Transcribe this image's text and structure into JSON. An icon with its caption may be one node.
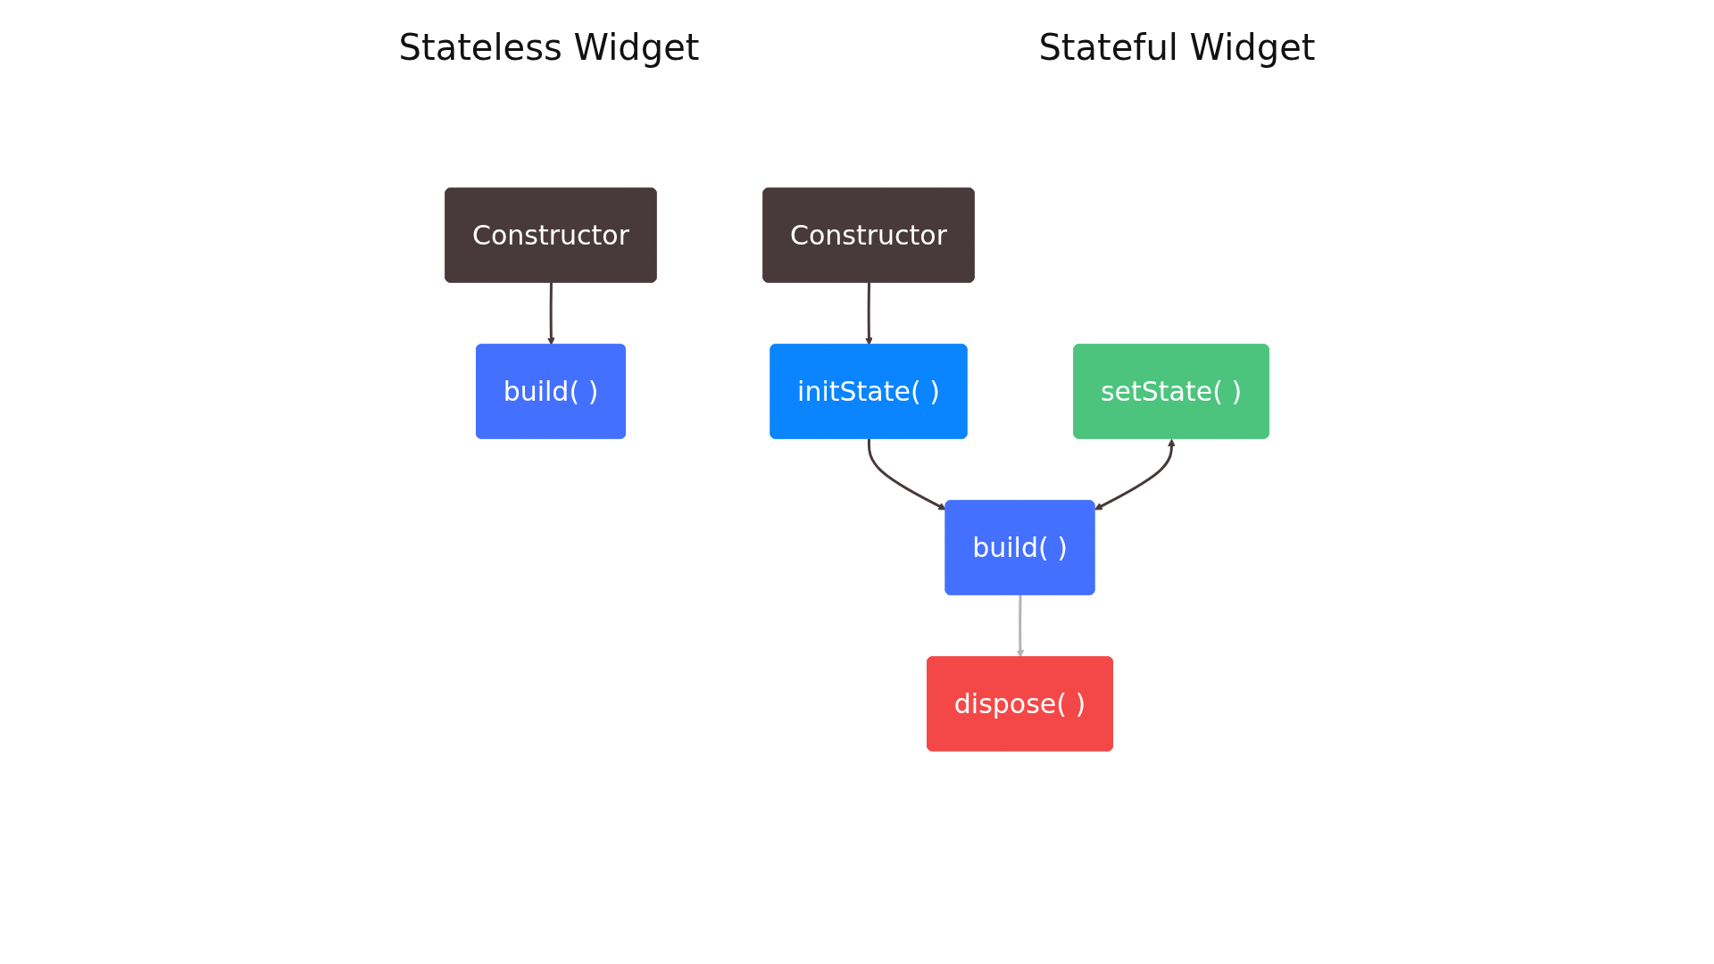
{
  "diagram": {
    "nodes": [
      {
        "text": [
          "Constructor"
        ]
      },
      {
        "text": [
          "build( )"
        ]
      },
      {
        "text": [
          "Constructor"
        ]
      },
      {
        "text": [
          "initState( )"
        ]
      },
      {
        "text": [
          "setState( )"
        ]
      },
      {
        "text": [
          "build( )"
        ]
      },
      {
        "text": [
          "dispose( )"
        ]
      }
    ],
    "edges": [
      {
        "from": 0,
        "to": 1,
        "arrow": "to"
      },
      {
        "from": 2,
        "to": 3,
        "arrow": "to"
      },
      {
        "from": 3,
        "to": 5,
        "arrow": "to"
      },
      {
        "from": 4,
        "to": 5,
        "arrow": "both"
      },
      {
        "from": 5,
        "to": 6,
        "arrow": "to",
        "color": "#b4b4b4"
      }
    ],
    "labels": [
      "Stateless Widget",
      "Stateful Widget"
    ]
  }
}
